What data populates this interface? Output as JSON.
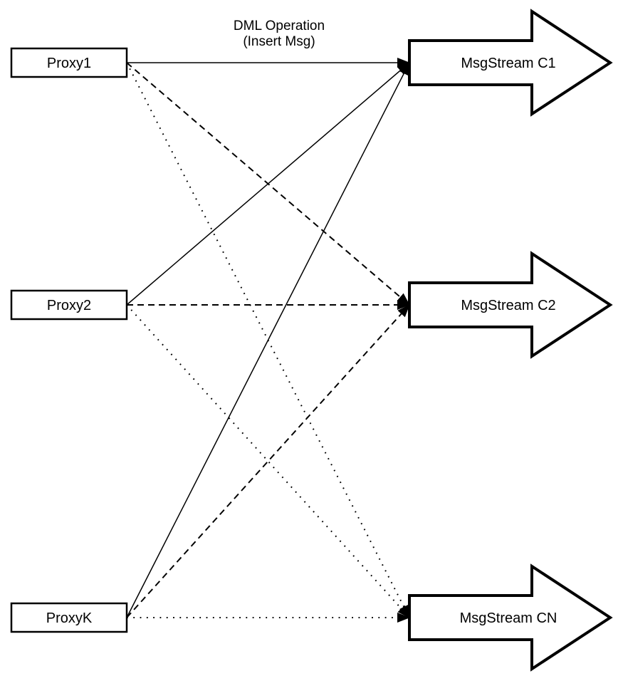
{
  "diagram": {
    "title": {
      "line1": "DML Operation",
      "line2": "(Insert Msg)"
    },
    "colors": {
      "stroke": "#000000",
      "fill": "#ffffff"
    },
    "proxies": [
      {
        "id": "proxy1",
        "label": "Proxy1"
      },
      {
        "id": "proxy2",
        "label": "Proxy2"
      },
      {
        "id": "proxyk",
        "label": "ProxyK"
      }
    ],
    "streams": [
      {
        "id": "c1",
        "label": "MsgStream C1"
      },
      {
        "id": "c2",
        "label": "MsgStream C2"
      },
      {
        "id": "cn",
        "label": "MsgStream CN"
      }
    ],
    "edges": [
      {
        "from": "proxy1",
        "to": "c1",
        "style": "solid"
      },
      {
        "from": "proxy1",
        "to": "c2",
        "style": "dashed"
      },
      {
        "from": "proxy1",
        "to": "cn",
        "style": "dotted"
      },
      {
        "from": "proxy2",
        "to": "c1",
        "style": "solid"
      },
      {
        "from": "proxy2",
        "to": "c2",
        "style": "dashed"
      },
      {
        "from": "proxy2",
        "to": "cn",
        "style": "dotted"
      },
      {
        "from": "proxyk",
        "to": "c1",
        "style": "solid"
      },
      {
        "from": "proxyk",
        "to": "c2",
        "style": "dashed"
      },
      {
        "from": "proxyk",
        "to": "cn",
        "style": "dotted"
      }
    ]
  }
}
